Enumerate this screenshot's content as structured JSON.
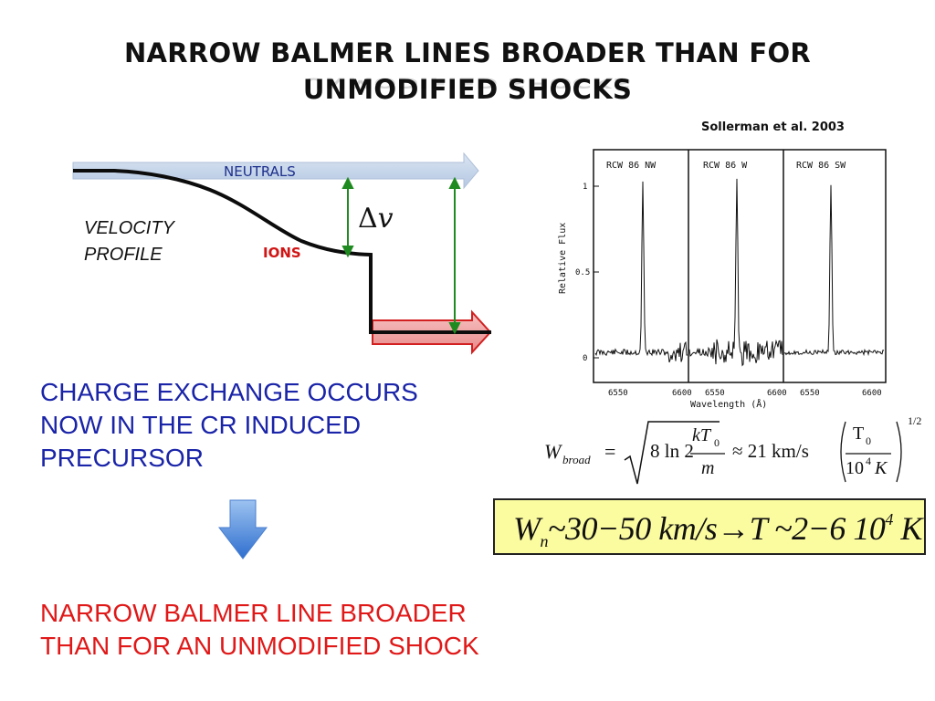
{
  "slide": {
    "title_line1": "NARROW BALMER LINES BROADER THAN FOR",
    "title_line2": "UNMODIFIED SHOCKS",
    "citation": "Sollerman et al. 2003"
  },
  "diagram": {
    "neutrals_label": "NEUTRALS",
    "velocity_label_line1": "VELOCITY",
    "velocity_label_line2": "PROFILE",
    "ions_label": "IONS",
    "delta_symbol": "Δ",
    "nu_symbol": "v",
    "colors": {
      "neutrals_arrow": "#c6d6ec",
      "ions_arrow": "#f0a6a6",
      "ions_arrow_stroke": "#d22020",
      "velocity_arrows": "#1f8a1f"
    }
  },
  "text": {
    "blue_line1": "CHARGE EXCHANGE OCCURS",
    "blue_line2": "NOW IN THE CR INDUCED",
    "blue_line3": "PRECURSOR",
    "red_line1": "NARROW BALMER LINE BROADER",
    "red_line2": "THAN FOR AN UNMODIFIED SHOCK"
  },
  "spectrum": {
    "panels": [
      "RCW 86 NW",
      "RCW 86 W",
      "RCW 86 SW"
    ],
    "y_axis_label": "Relative Flux",
    "x_axis_label": "Wavelength (Å)",
    "y_ticks": [
      "1",
      "0.5",
      "0"
    ],
    "x_ticks": [
      "6550",
      "6600",
      "6550",
      "6600",
      "6550",
      "6600"
    ]
  },
  "formula": {
    "W": "W",
    "broad": "broad",
    "eq": "=",
    "eight_ln2": "8 ln 2",
    "kT0": "kT",
    "zero": "0",
    "m": "m",
    "approx": "≈ 21 km/s",
    "T0": "T",
    "ten4K_base": "10",
    "ten4K_exp": "4",
    "ten4K_K": "K",
    "power": "1/2"
  },
  "result": {
    "W": "W",
    "n": "n",
    "rest": "~30−50 km/s→T ~2−6 10",
    "exp": "4",
    "K": " K"
  }
}
